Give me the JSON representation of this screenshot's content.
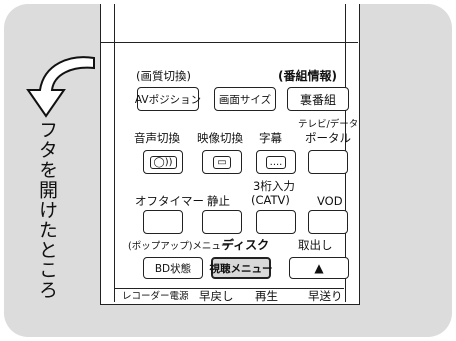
{
  "side_caption": "フタを開けたところ",
  "labels": {
    "picture_switch": "(画質切換)",
    "program_info": "(番組情報)",
    "audio_switch": "音声切換",
    "video_switch": "映像切換",
    "subtitles": "字幕",
    "tv_data_portal_1": "テレビ/データ",
    "tv_data_portal_2": "ポータル",
    "off_timer": "オフタイマー",
    "pause": "静止",
    "three_digit_1": "3桁入力",
    "three_digit_2": "(CATV)",
    "vod": "VOD",
    "popup_menu": "(ポップアップ)メニュー",
    "disc": "ディスク",
    "eject": "取出し",
    "recorder_power": "レコーダー電源",
    "rewind": "早戻し",
    "play": "再生",
    "fast_forward": "早送り"
  },
  "buttons": {
    "av_position": "AVポジション",
    "screen_size": "画面サイズ",
    "back_program": "裏番組",
    "bd_status": "BD状態",
    "viewing_menu": "視聴メニュー",
    "audio_glyph": "◯))",
    "subtitle_glyph": "....",
    "eject_glyph": "▲"
  }
}
